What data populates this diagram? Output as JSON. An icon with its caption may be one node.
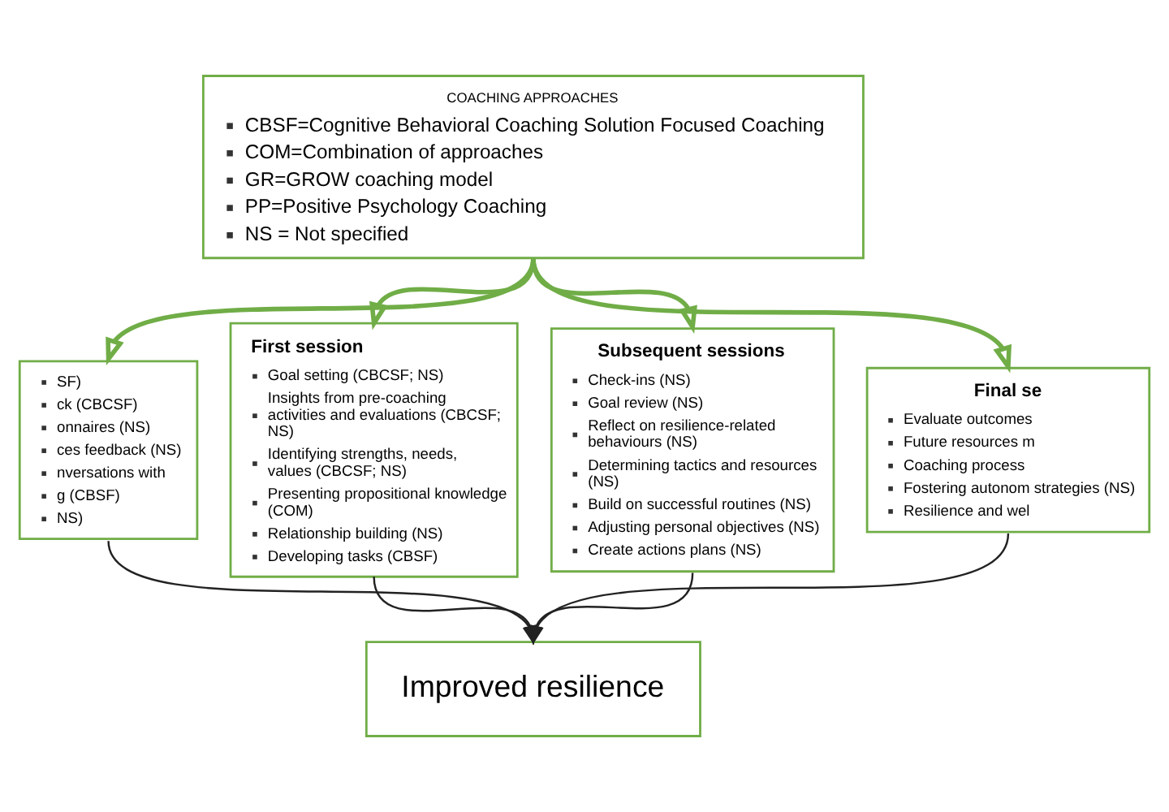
{
  "diagram": {
    "nodes": [
      {
        "text": [
          "COACHING APPROACHES",
          "CBSF=Cognitive Behavioral Coaching Solution Focused Coaching",
          "COM=Combination of approaches",
          "GR=GROW coaching model",
          "PP=Positive Psychology Coaching",
          "NS = Not specified"
        ]
      },
      {
        "text": [
          "SF)",
          "ck (CBCSF)",
          "onnaires (NS)",
          "ces feedback (NS)",
          "nversations with",
          "g (CBSF)",
          "NS)"
        ]
      },
      {
        "text": [
          "First session",
          "Goal setting (CBCSF; NS)",
          "Insights from pre-coaching activities and evaluations (CBCSF; NS)",
          "Identifying strengths, needs, values (CBCSF; NS)",
          "Presenting propositional knowledge (COM)",
          "Relationship building (NS)",
          "Developing tasks (CBSF)"
        ]
      },
      {
        "text": [
          "Subsequent sessions",
          "Check-ins (NS)",
          "Goal review (NS)",
          "Reflect on resilience-related behaviours (NS)",
          "Determining tactics and resources (NS)",
          "Build on successful routines (NS)",
          "Adjusting personal objectives (NS)",
          "Create actions plans (NS)"
        ]
      },
      {
        "text": [
          "Final se",
          "Evaluate outcomes",
          "Future resources m",
          "Coaching process",
          "Fostering autonom strategies (NS)",
          "Resilience and wel"
        ]
      },
      {
        "text": [
          "Improved resilience"
        ]
      }
    ],
    "edges": [
      {
        "from": 0,
        "to": 1,
        "arrow": "to",
        "style": "thick",
        "color": "#70ad47"
      },
      {
        "from": 0,
        "to": 2,
        "arrow": "to",
        "style": "thick",
        "color": "#70ad47"
      },
      {
        "from": 0,
        "to": 3,
        "arrow": "to",
        "style": "thick",
        "color": "#70ad47"
      },
      {
        "from": 0,
        "to": 4,
        "arrow": "to",
        "style": "thick",
        "color": "#70ad47"
      },
      {
        "from": 1,
        "to": 5,
        "arrow": "to",
        "color": "#222222"
      },
      {
        "from": 2,
        "to": 5,
        "arrow": "to",
        "color": "#222222"
      },
      {
        "from": 3,
        "to": 5,
        "arrow": "to",
        "color": "#222222"
      },
      {
        "from": 4,
        "to": 5,
        "arrow": "to",
        "color": "#222222"
      }
    ]
  }
}
